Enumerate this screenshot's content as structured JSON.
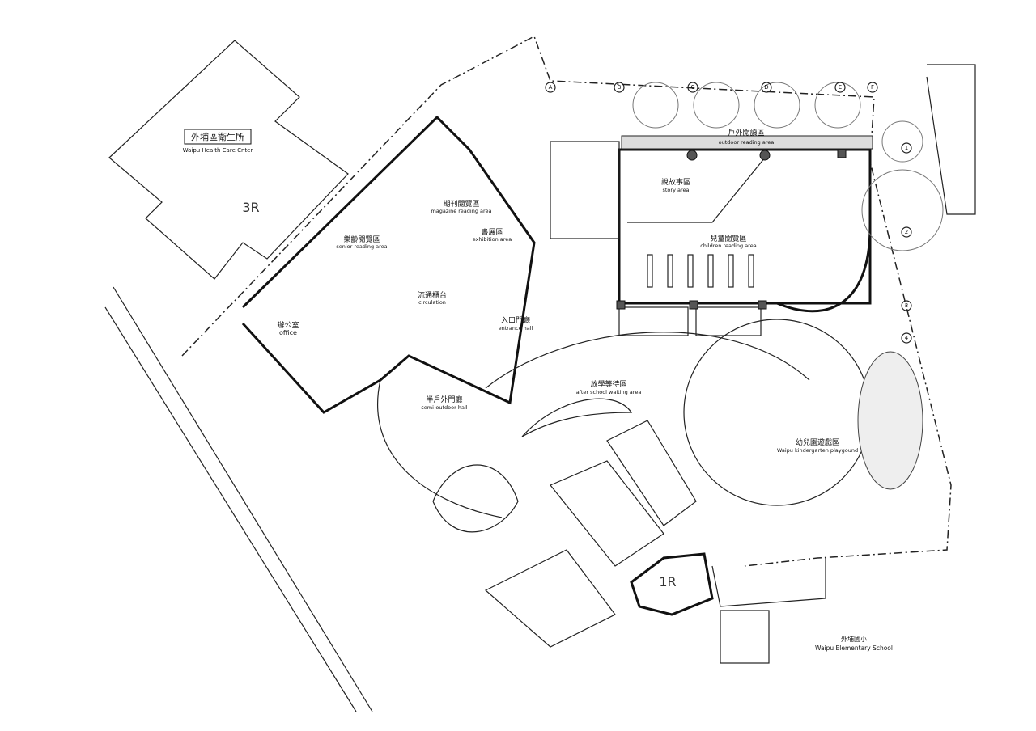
{
  "plan": {
    "buildings": {
      "health_center": {
        "zh": "外埔區衛生所",
        "en": "Waipu Health Care Cnter",
        "floors": "3R"
      },
      "annex": {
        "floors": "1R"
      },
      "school": {
        "zh": "外埔國小",
        "en": "Waipu Elementary School"
      }
    },
    "rooms": [
      {
        "zh": "期刊閱覽區",
        "en": "magazine reading area"
      },
      {
        "zh": "樂齡閱覽區",
        "en": "senior reading area"
      },
      {
        "zh": "書展區",
        "en": "exhibition area"
      },
      {
        "zh": "流通櫃台",
        "en": "circulation"
      },
      {
        "zh": "入口門廳",
        "en": "entrance hall"
      },
      {
        "zh": "辦公室",
        "en": "office"
      },
      {
        "zh": "半戶外門廳",
        "en": "semi-outdoor hall"
      },
      {
        "zh": "放學等待區",
        "en": "after school waiting area"
      },
      {
        "zh": "戶外閱讀區",
        "en": "outdoor reading area"
      },
      {
        "zh": "說故事區",
        "en": "story area"
      },
      {
        "zh": "兒童閱覽區",
        "en": "children reading area"
      },
      {
        "zh": "幼兒園遊戲區",
        "en": "Waipu kindergarten playgound"
      }
    ],
    "grid_letters": [
      "A",
      "B",
      "C",
      "D",
      "E",
      "F"
    ],
    "grid_numbers": [
      "1",
      "2",
      "3",
      "4"
    ]
  }
}
